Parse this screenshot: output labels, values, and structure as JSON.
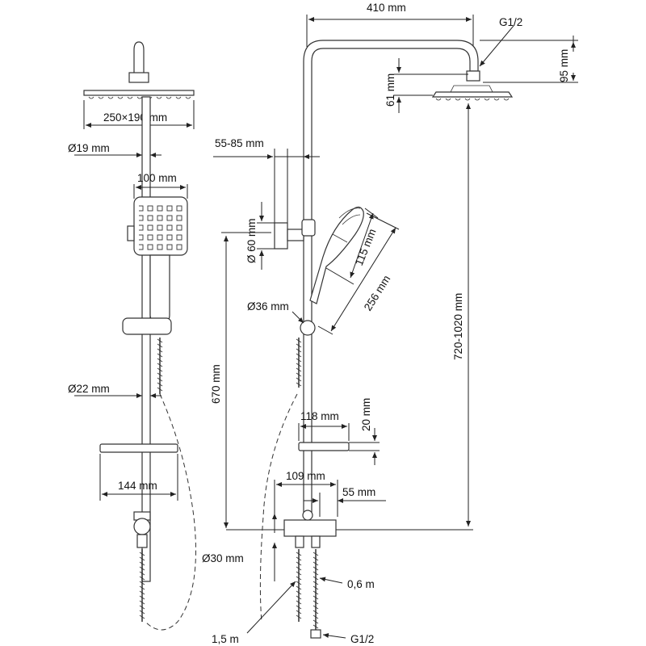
{
  "diagram": {
    "labels": {
      "width_410": "410 mm",
      "thread_top": "G1/2",
      "drop_95": "95 mm",
      "drop_61": "61 mm",
      "head_size": "250×190 mm",
      "pipe_dia_19": "Ø19 mm",
      "handshower_width": "100 mm",
      "wall_offset": "55-85 mm",
      "bracket_dia_60": "Ø 60 mm",
      "handshower_115": "115 mm",
      "handshower_256": "256 mm",
      "slider_dia_36": "Ø36 mm",
      "pipe_dia_22": "Ø22 mm",
      "height_670": "670 mm",
      "height_range": "720-1020 mm",
      "shelf_118": "118 mm",
      "shelf_20": "20 mm",
      "shelf_144": "144 mm",
      "mixer_109": "109 mm",
      "mixer_55": "55 mm",
      "outlet_dia_30": "Ø30 mm",
      "hose_short": "0,6 m",
      "hose_long": "1,5 m",
      "thread_bottom": "G1/2"
    }
  }
}
